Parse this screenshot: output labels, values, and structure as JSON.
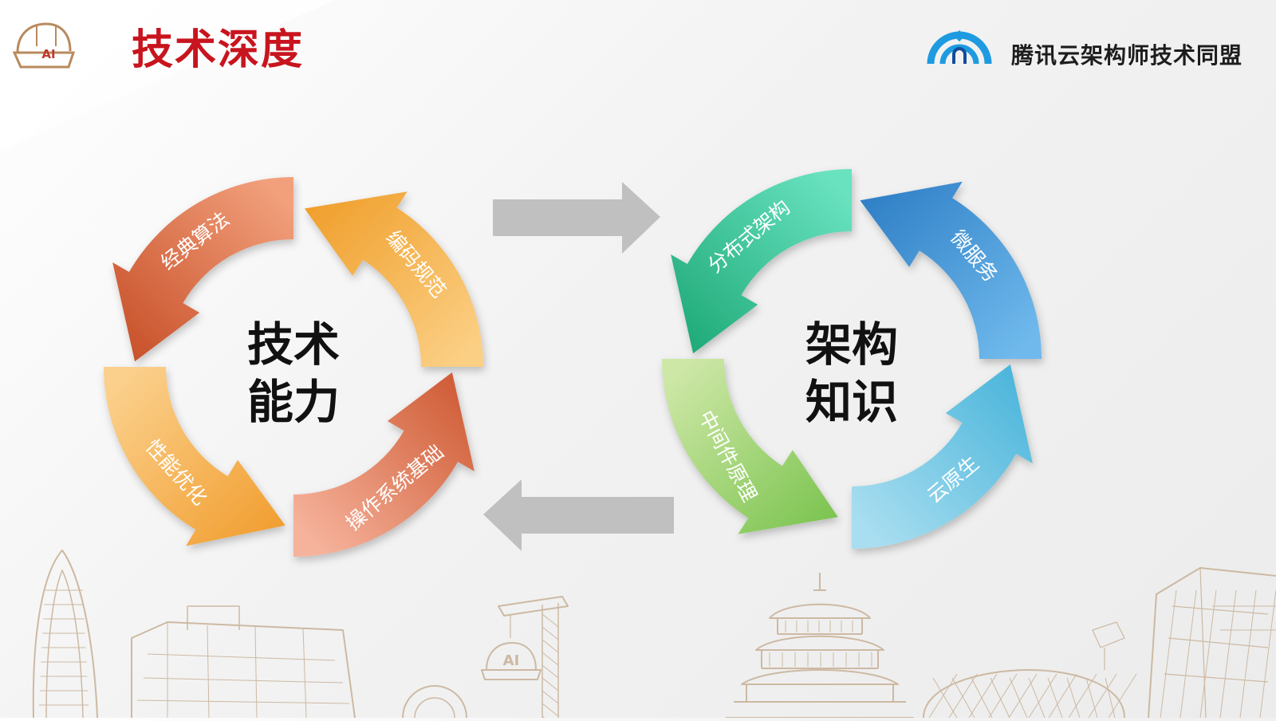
{
  "header": {
    "title": "技术深度",
    "brand": "腾讯云架构师技术同盟",
    "hat_badge": "AI"
  },
  "left_cycle": {
    "center_line1": "技术",
    "center_line2": "能力",
    "segments": [
      {
        "label": "经典算法",
        "color_from": "#f2a07c",
        "color_to": "#c8512a"
      },
      {
        "label": "编码规范",
        "color_from": "#fbcf84",
        "color_to": "#f09f2c"
      },
      {
        "label": "操作系统基础",
        "color_from": "#f6b39c",
        "color_to": "#cf5b35"
      },
      {
        "label": "性能优化",
        "color_from": "#fbd08c",
        "color_to": "#f19e30"
      }
    ]
  },
  "right_cycle": {
    "center_line1": "架构",
    "center_line2": "知识",
    "segments": [
      {
        "label": "分布式架构",
        "color_from": "#69e2c0",
        "color_to": "#1faa78"
      },
      {
        "label": "微服务",
        "color_from": "#6fb9ec",
        "color_to": "#2f7fc6"
      },
      {
        "label": "云原生",
        "color_from": "#a9def0",
        "color_to": "#4bb5db"
      },
      {
        "label": "中间件原理",
        "color_from": "#cde7a6",
        "color_to": "#7cc450"
      }
    ]
  },
  "connectors": {
    "color": "#c0c0c0"
  },
  "skyline": {
    "crane_badge": "AI",
    "line_color": "#cdb9a3"
  }
}
